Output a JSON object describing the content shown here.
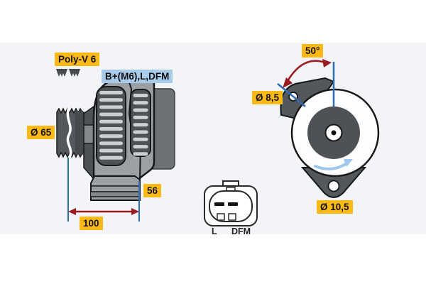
{
  "figure": {
    "type": "alternator-technical-diagram",
    "labels": {
      "belt_type": "Poly-V 6",
      "terminals": "B+(M6),L,DFM",
      "pulley_diameter": "Ø 65",
      "depth_56": "56",
      "length_100": "100",
      "mount_angle": "50°",
      "hole_small": "Ø 8,5",
      "hole_large": "Ø 10,5",
      "connector_pin_l": "L",
      "connector_pin_dfm": "DFM"
    },
    "colors": {
      "label_yellow": "#FBB918",
      "label_blue": "#A7CBE9",
      "dimension_red": "#9A1B20",
      "dimension_blue": "#2F6CB3",
      "rotation_arrow_blue": "#9FC6EC",
      "body_gray": "#9BA0A4",
      "dark_gray": "#54585C",
      "background_band": "#F2F4F7"
    }
  }
}
